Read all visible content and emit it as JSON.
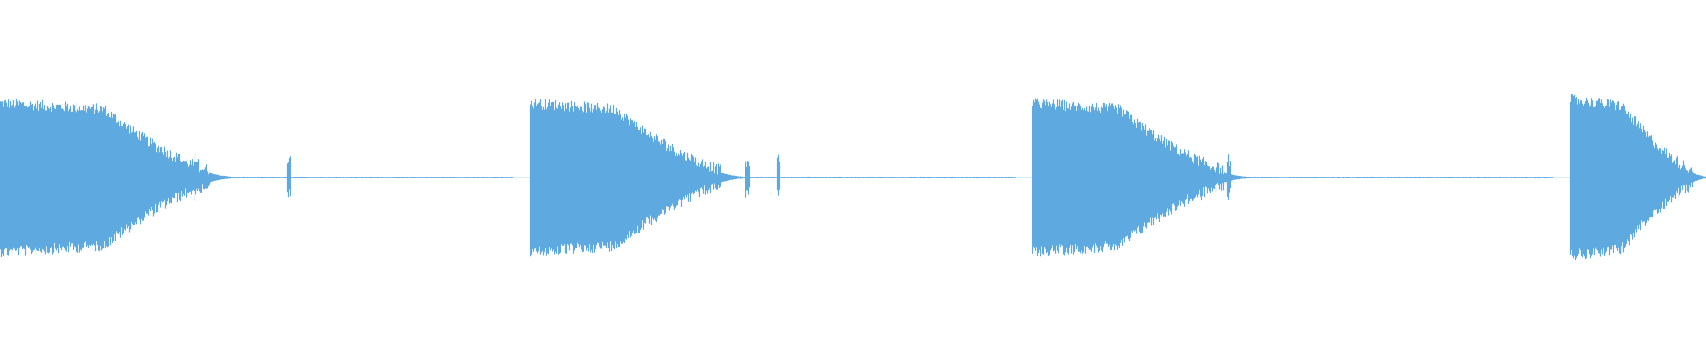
{
  "waveform": {
    "color": "#5eaae0",
    "background": "#ffffff",
    "bursts": [
      {
        "attack": 0.0,
        "sustain_end": 0.06,
        "decay_end": 0.135,
        "tail_end": 0.3,
        "peak": 0.78
      },
      {
        "attack": 0.31,
        "sustain_end": 0.36,
        "decay_end": 0.435,
        "tail_end": 0.595,
        "peak": 0.78
      },
      {
        "attack": 0.605,
        "sustain_end": 0.655,
        "decay_end": 0.73,
        "tail_end": 0.91,
        "peak": 0.78
      },
      {
        "attack": 0.92,
        "sustain_end": 0.95,
        "decay_end": 1.0,
        "tail_end": 1.0,
        "peak": 0.82
      }
    ],
    "transients": [
      0.115,
      0.169,
      0.438,
      0.456,
      0.704,
      0.72
    ]
  }
}
